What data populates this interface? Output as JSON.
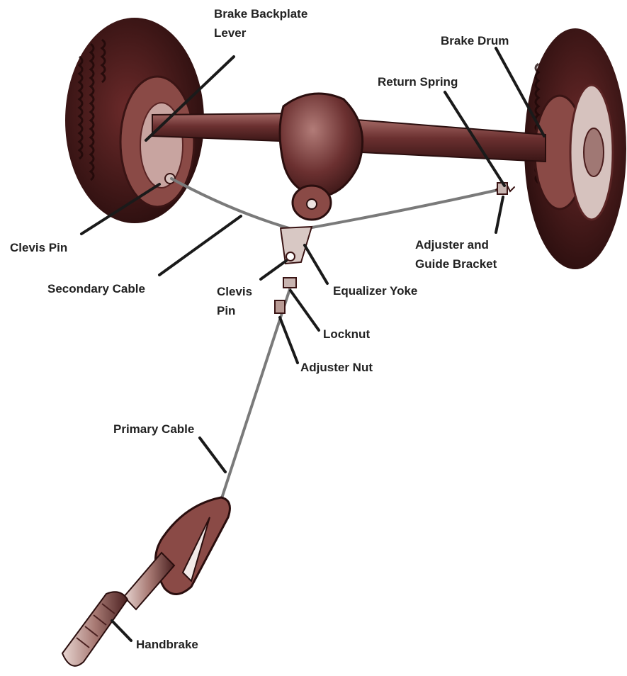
{
  "colors": {
    "tire": "#4a1e1e",
    "tire_dark": "#2a0e0e",
    "metal": "#6b3030",
    "metal_light": "#b88a84",
    "cable": "#7a7a7a",
    "label": "#222222",
    "leader": "#1a1a1a"
  },
  "labels": {
    "brake_backplate_lever": [
      "Brake Backplate",
      "Lever"
    ],
    "brake_drum": "Brake Drum",
    "return_spring": "Return Spring",
    "clevis_pin_left": "Clevis Pin",
    "adjuster_guide_bracket": [
      "Adjuster and",
      "Guide Bracket"
    ],
    "secondary_cable": "Secondary Cable",
    "clevis_pin_center": [
      "Clevis",
      "Pin"
    ],
    "equalizer_yoke": "Equalizer Yoke",
    "locknut": "Locknut",
    "adjuster_nut": "Adjuster Nut",
    "primary_cable": "Primary Cable",
    "handbrake": "Handbrake"
  }
}
